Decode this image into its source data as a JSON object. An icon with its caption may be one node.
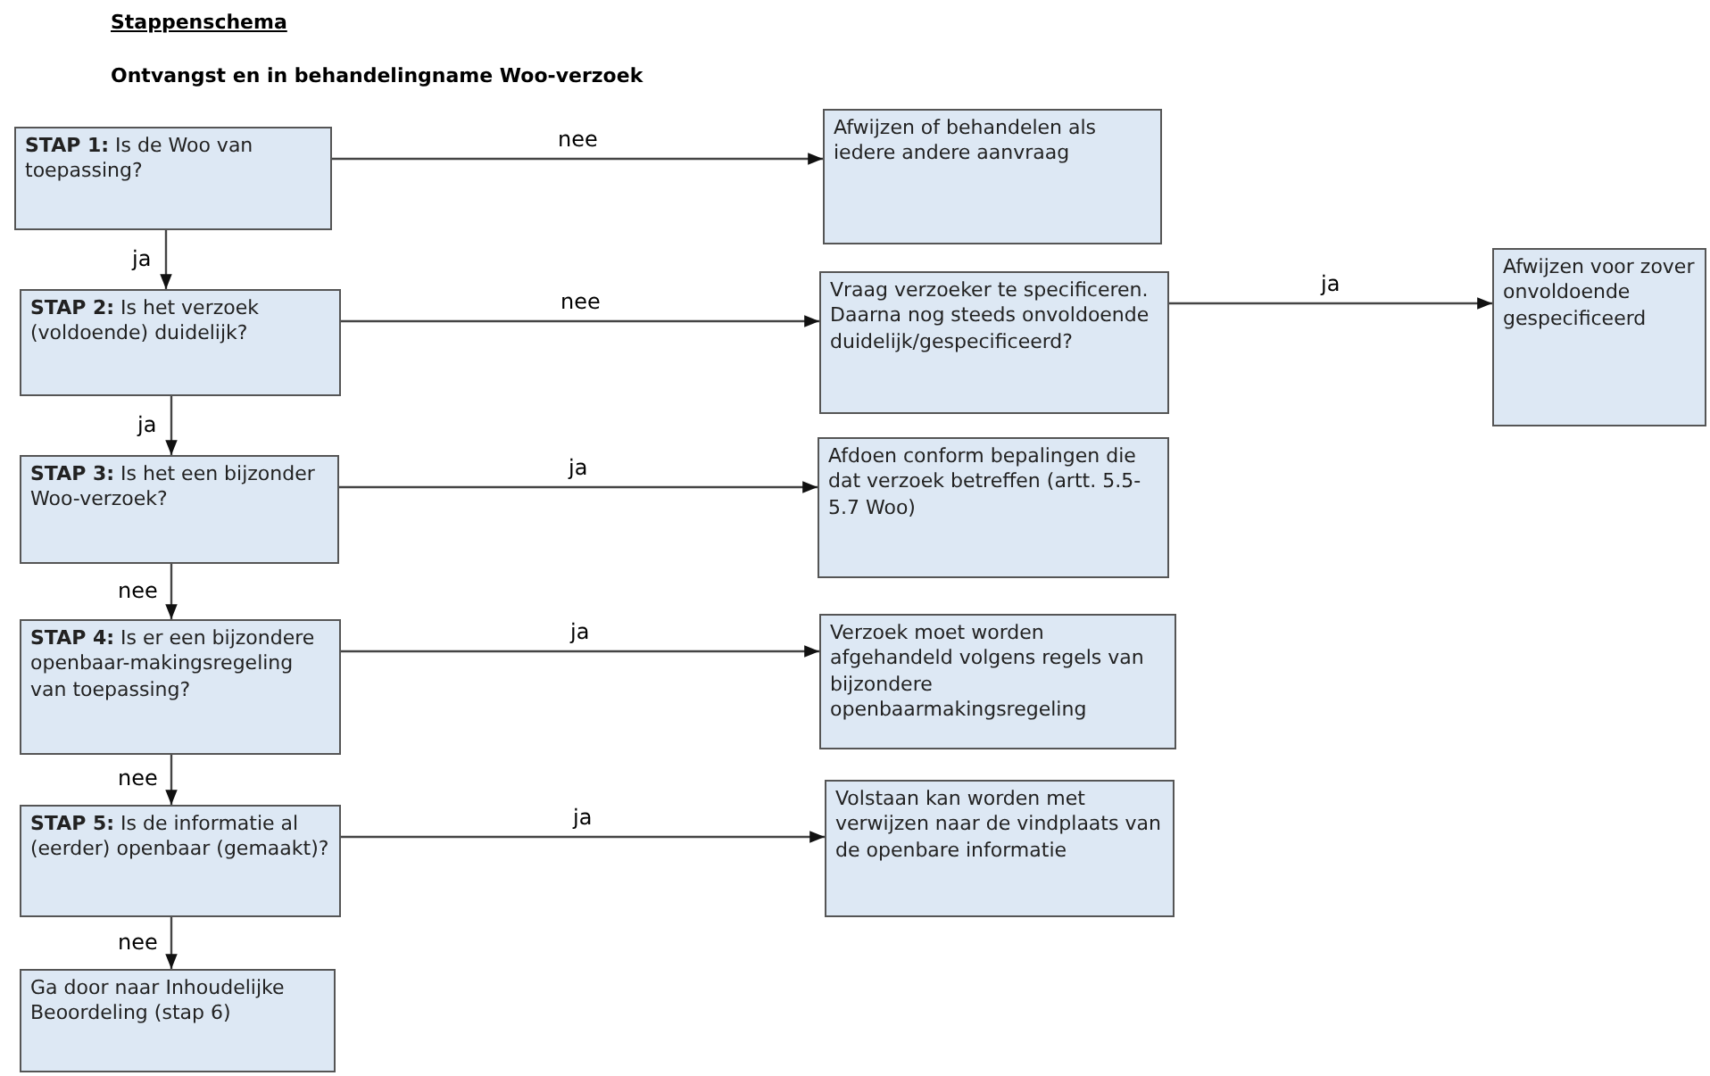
{
  "diagram": {
    "title": "Stappenschema",
    "caption": "Ontvangst en in behandelingname Woo-verzoek",
    "nodes": [
      {
        "text": [
          "**STAP 1:** Is de Woo van toepassing?"
        ]
      },
      {
        "text": [
          "Afwijzen of behandelen als iedere andere aanvraag"
        ]
      },
      {
        "text": [
          "**STAP 2:** Is het verzoek (voldoende) duidelijk?"
        ]
      },
      {
        "text": [
          "Vraag verzoeker te specificeren. Daarna nog steeds onvoldoende duidelijk/gespecificeerd?"
        ]
      },
      {
        "text": [
          "Afwijzen voor zover onvoldoende gespecificeerd"
        ]
      },
      {
        "text": [
          "**STAP 3:** Is het een bijzonder Woo-verzoek?"
        ]
      },
      {
        "text": [
          "Afdoen conform bepalingen die dat verzoek betreffen (artt. 5.5-5.7 Woo)"
        ]
      },
      {
        "text": [
          "**STAP 4:** Is er een bijzondere openbaar-makingsregeling van toepassing?"
        ]
      },
      {
        "text": [
          "Verzoek moet worden afgehandeld volgens regels van bijzondere openbaarmakingsregeling"
        ]
      },
      {
        "text": [
          "**STAP 5:** Is de informatie al (eerder) openbaar (gemaakt)?"
        ]
      },
      {
        "text": [
          "Volstaan kan worden met verwijzen naar de vindplaats van de openbare informatie"
        ]
      },
      {
        "text": [
          "Ga door naar Inhoudelijke Beoordeling (stap 6)"
        ]
      }
    ],
    "edges": [
      {
        "from": 0,
        "to": 1,
        "arrow": "to",
        "label": "nee"
      },
      {
        "from": 0,
        "to": 2,
        "arrow": "to",
        "label": "ja"
      },
      {
        "from": 2,
        "to": 3,
        "arrow": "to",
        "label": "nee"
      },
      {
        "from": 3,
        "to": 4,
        "arrow": "to",
        "label": "ja"
      },
      {
        "from": 2,
        "to": 5,
        "arrow": "to",
        "label": "ja"
      },
      {
        "from": 5,
        "to": 6,
        "arrow": "to",
        "label": "ja"
      },
      {
        "from": 5,
        "to": 7,
        "arrow": "to",
        "label": "nee"
      },
      {
        "from": 7,
        "to": 8,
        "arrow": "to",
        "label": "ja"
      },
      {
        "from": 7,
        "to": 9,
        "arrow": "to",
        "label": "nee"
      },
      {
        "from": 9,
        "to": 10,
        "arrow": "to",
        "label": "ja"
      },
      {
        "from": 9,
        "to": 11,
        "arrow": "to",
        "label": "nee"
      }
    ]
  }
}
